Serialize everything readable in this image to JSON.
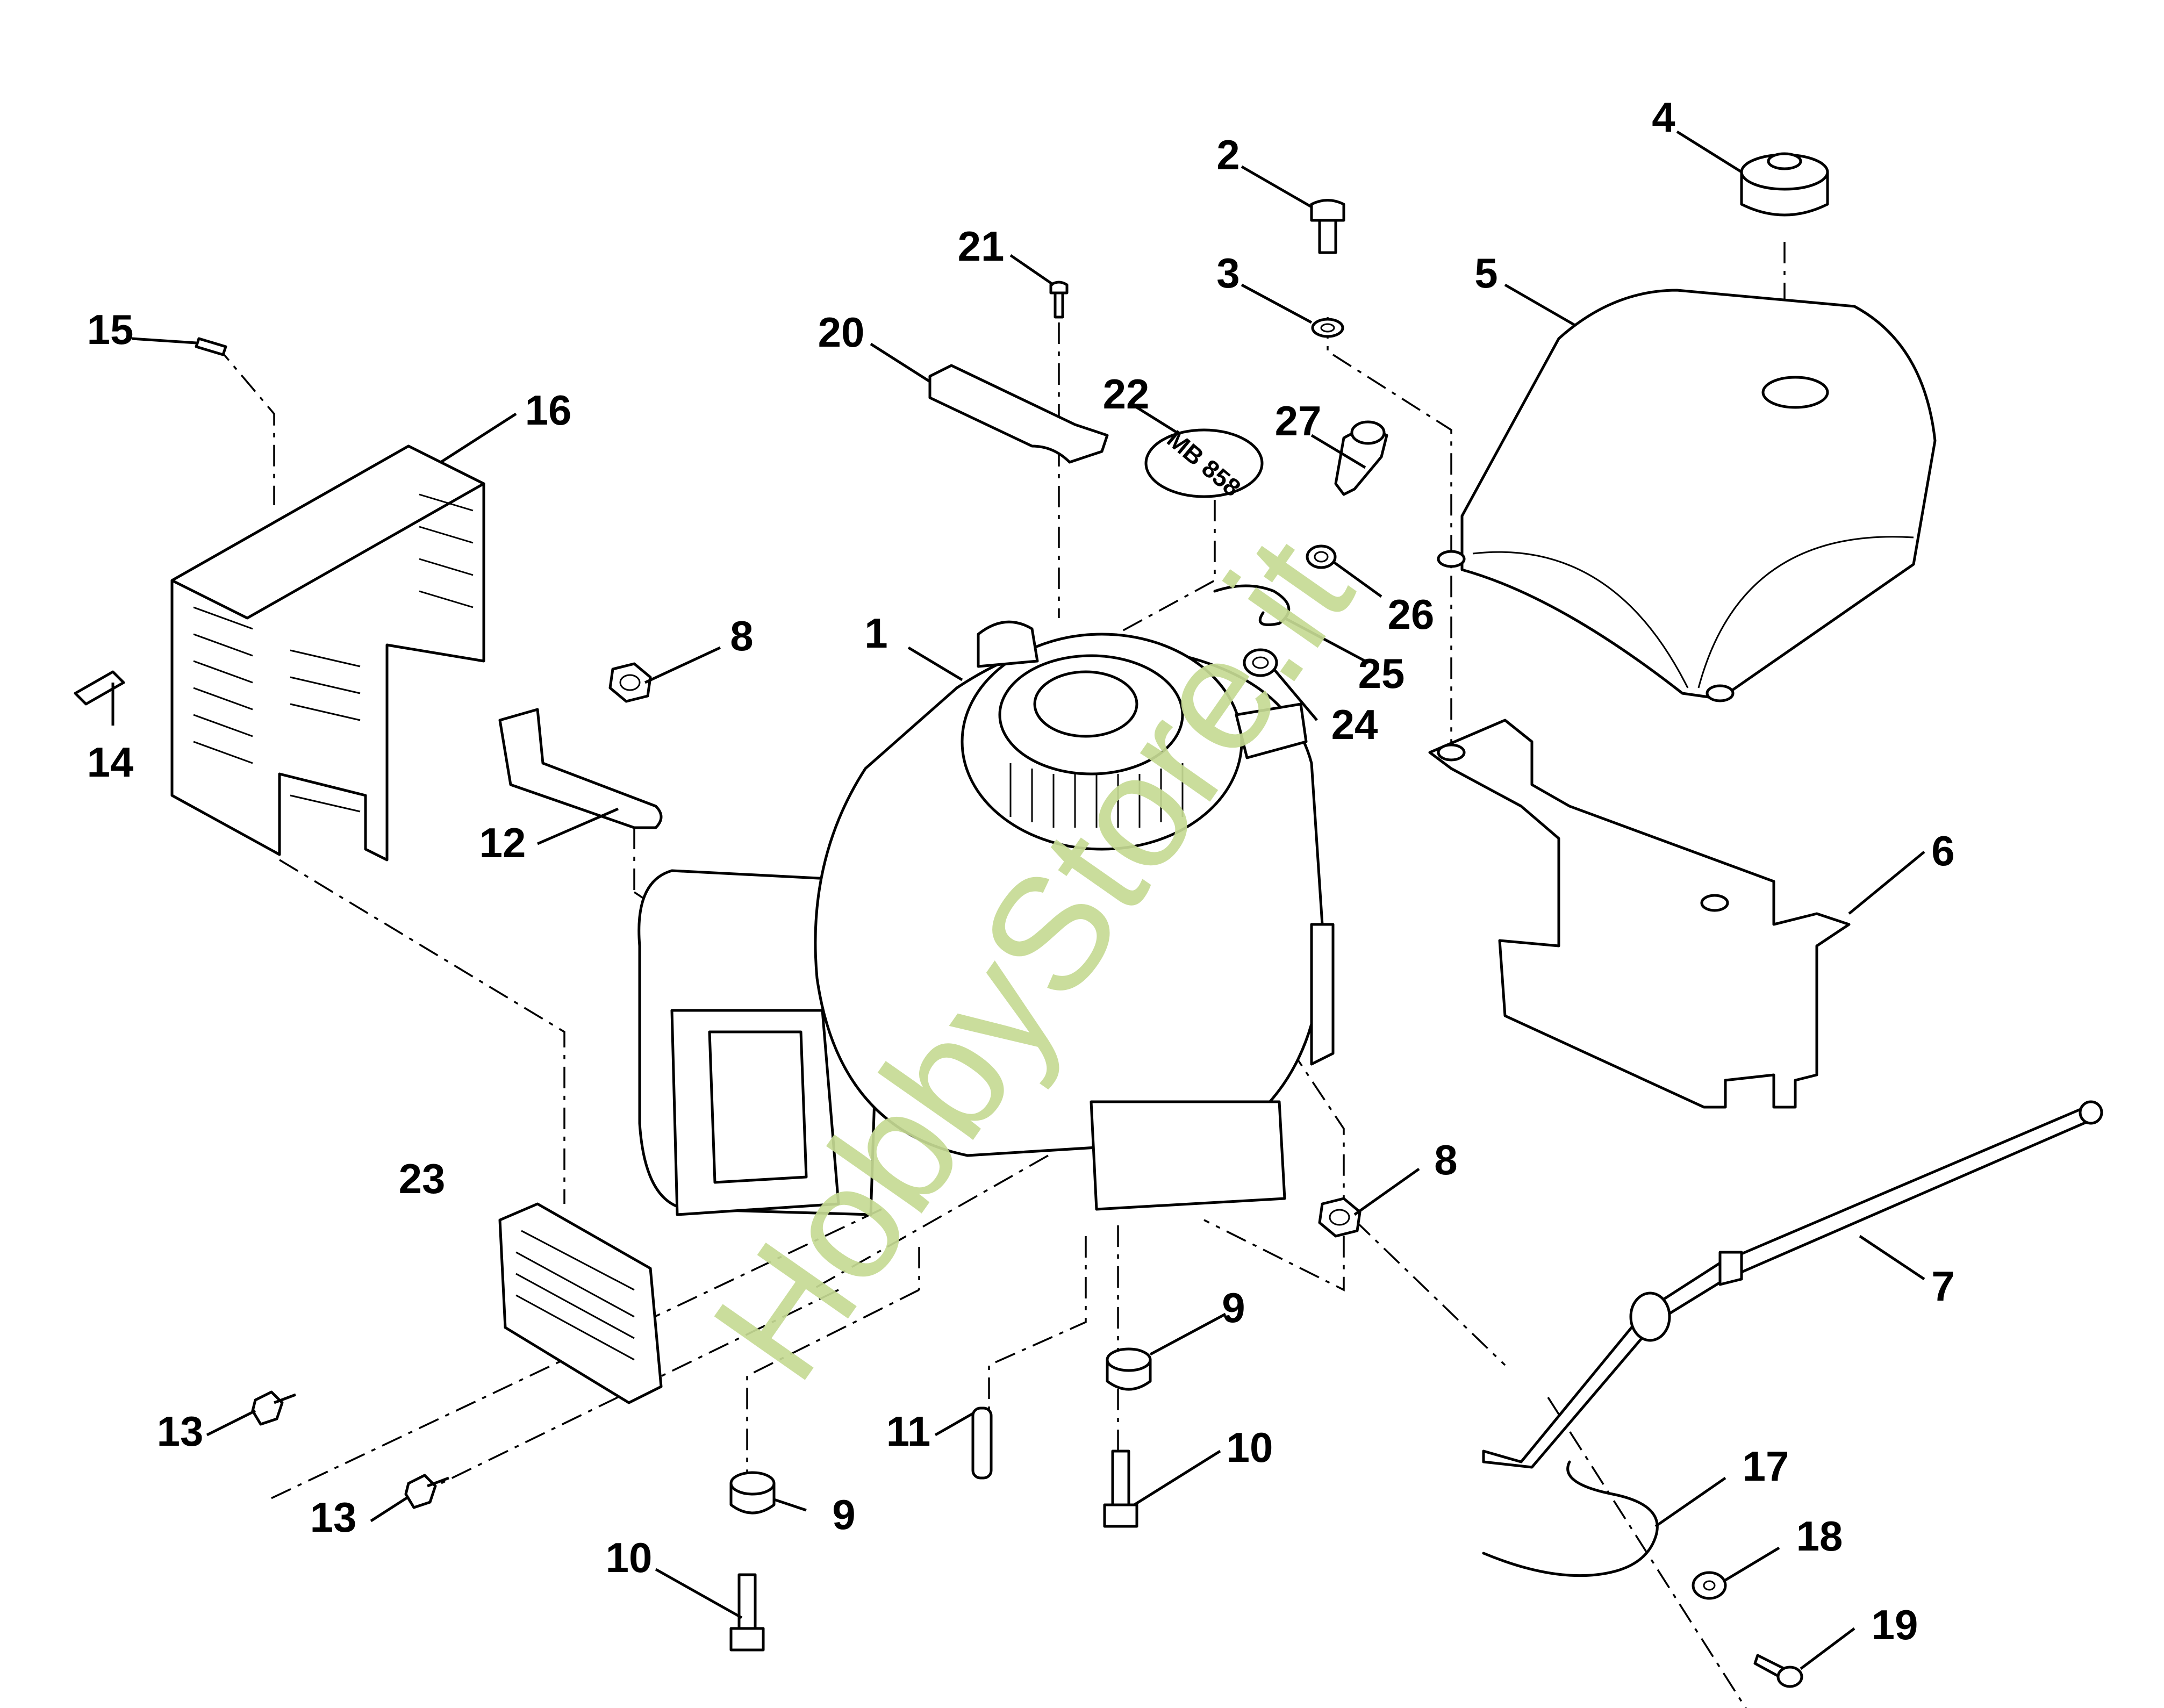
{
  "diagram": {
    "title": "",
    "type": "exploded-parts-diagram",
    "decal_label": "MB 858",
    "watermark": "HobbyStore.it",
    "watermark_color": "#c5da94",
    "line_color": "#000000",
    "callouts": [
      {
        "id": "c1",
        "label": "1",
        "part": "engine"
      },
      {
        "id": "c2",
        "label": "2",
        "part": "bolt"
      },
      {
        "id": "c3",
        "label": "3",
        "part": "washer"
      },
      {
        "id": "c4",
        "label": "4",
        "part": "fuel-cap"
      },
      {
        "id": "c5",
        "label": "5",
        "part": "fuel-tank"
      },
      {
        "id": "c6",
        "label": "6",
        "part": "tank-bracket"
      },
      {
        "id": "c7",
        "label": "7",
        "part": "fuel-line-with-filter"
      },
      {
        "id": "c8a",
        "label": "8",
        "part": "lock-nut"
      },
      {
        "id": "c8b",
        "label": "8",
        "part": "lock-nut"
      },
      {
        "id": "c9a",
        "label": "9",
        "part": "spacer"
      },
      {
        "id": "c9b",
        "label": "9",
        "part": "spacer"
      },
      {
        "id": "c10a",
        "label": "10",
        "part": "bolt"
      },
      {
        "id": "c10b",
        "label": "10",
        "part": "bolt"
      },
      {
        "id": "c11",
        "label": "11",
        "part": "key"
      },
      {
        "id": "c12",
        "label": "12",
        "part": "bracket"
      },
      {
        "id": "c13a",
        "label": "13",
        "part": "screw"
      },
      {
        "id": "c13b",
        "label": "13",
        "part": "screw"
      },
      {
        "id": "c14",
        "label": "14",
        "part": "rivet"
      },
      {
        "id": "c15",
        "label": "15",
        "part": "screw"
      },
      {
        "id": "c16",
        "label": "16",
        "part": "muffler-guard"
      },
      {
        "id": "c17",
        "label": "17",
        "part": "cable"
      },
      {
        "id": "c18",
        "label": "18",
        "part": "washer"
      },
      {
        "id": "c19",
        "label": "19",
        "part": "screw"
      },
      {
        "id": "c20",
        "label": "20",
        "part": "plate"
      },
      {
        "id": "c21",
        "label": "21",
        "part": "screw"
      },
      {
        "id": "c22",
        "label": "22",
        "part": "decal"
      },
      {
        "id": "c23",
        "label": "23",
        "part": "grille-guard"
      },
      {
        "id": "c24",
        "label": "24",
        "part": "nut"
      },
      {
        "id": "c25",
        "label": "25",
        "part": "clip"
      },
      {
        "id": "c26",
        "label": "26",
        "part": "washer"
      },
      {
        "id": "c27",
        "label": "27",
        "part": "fitting"
      }
    ]
  }
}
